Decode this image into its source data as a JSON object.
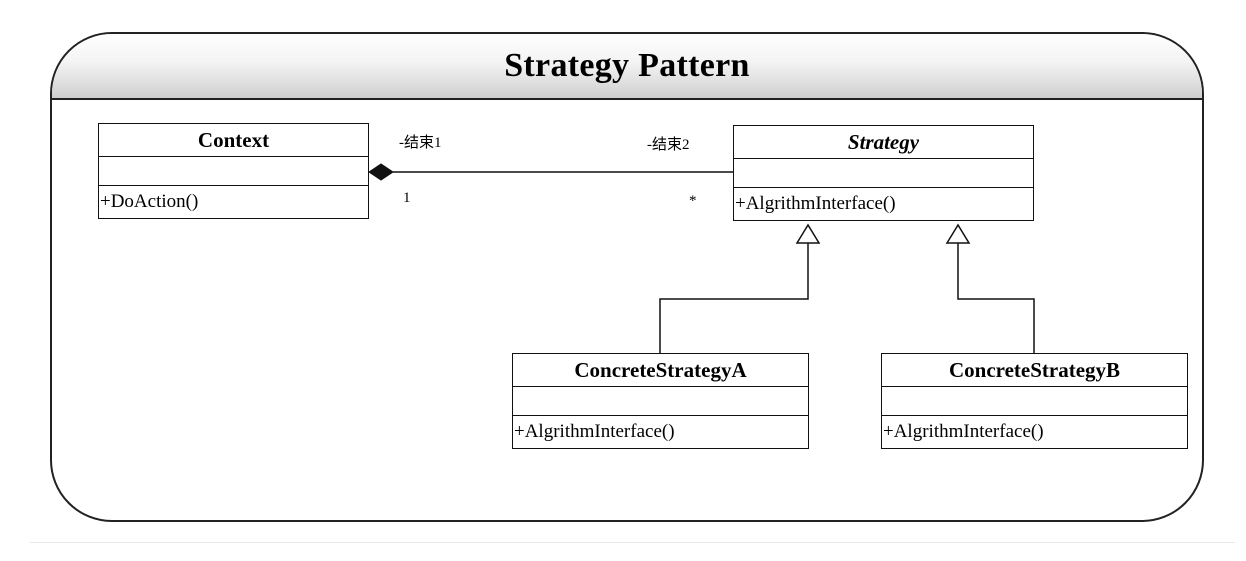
{
  "title": "Strategy Pattern",
  "classes": {
    "context": {
      "name": "Context",
      "operation": "+DoAction()"
    },
    "strategy": {
      "name": "Strategy",
      "operation": "+AlgrithmInterface()",
      "abstract": true
    },
    "concrete_a": {
      "name": "ConcreteStrategyA",
      "operation": "+AlgrithmInterface()"
    },
    "concrete_b": {
      "name": "ConcreteStrategyB",
      "operation": "+AlgrithmInterface()"
    }
  },
  "association": {
    "end1_role": "-结束1",
    "end1_multiplicity": "1",
    "end2_role": "-结束2",
    "end2_multiplicity": "*"
  }
}
